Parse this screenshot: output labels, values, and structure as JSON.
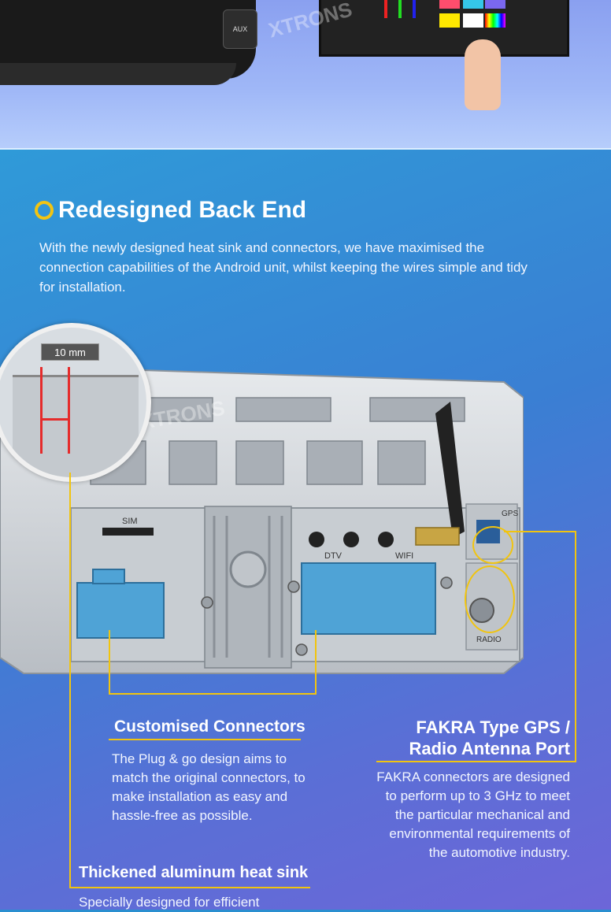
{
  "top": {
    "aux_label": "AUX",
    "watermark": "XTRONS",
    "swatch_colors": [
      "#ff4d6d",
      "#35c7e8",
      "#7a68f0",
      "#ffe800",
      "#ffffff",
      "#ff00ff"
    ]
  },
  "section": {
    "title": "Redesigned Back End",
    "intro": "With the newly designed heat sink and connectors, we have maximised the connection capabilities of the Android unit, whilst keeping the wires simple and tidy for installation."
  },
  "device": {
    "magnifier_label": "10 mm",
    "sim_label": "SIM",
    "dtv_label": "DTV",
    "wifi_label": "WIFI",
    "gps_label": "GPS",
    "radio_label": "RADIO",
    "watermark": "XTRONS"
  },
  "features": {
    "connectors": {
      "title": "Customised Connectors",
      "text": "The Plug & go design aims to match the original connectors, to make installation as easy and hassle-free as possible."
    },
    "fakra": {
      "title_line1": "FAKRA Type GPS /",
      "title_line2": "Radio Antenna Port",
      "text": "FAKRA connectors are designed to perform up to 3 GHz to meet the particular mechanical and environmental requirements of the automotive industry."
    },
    "heatsink": {
      "title": "Thickened aluminum heat sink",
      "text": "Specially designed for efficient"
    }
  },
  "colors": {
    "accent": "#f1c40f",
    "background_top": "#9fb7f7",
    "background_main": "#3a7fd3"
  }
}
